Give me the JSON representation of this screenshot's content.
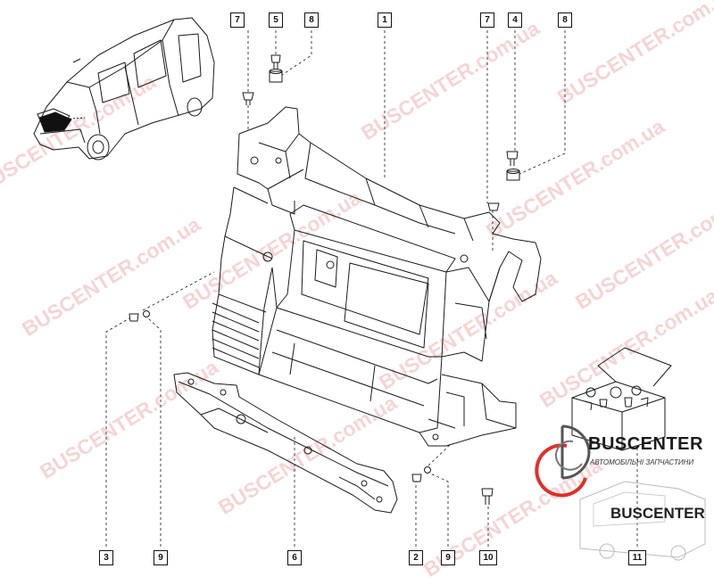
{
  "callouts": {
    "c1": "1",
    "c2": "2",
    "c3": "3",
    "c4": "4",
    "c5": "5",
    "c6": "6",
    "c7a": "7",
    "c7b": "7",
    "c8a": "8",
    "c8b": "8",
    "c9a": "9",
    "c9b": "9",
    "c10": "10",
    "c11": "11"
  },
  "watermark": {
    "text": "BUSCENTER.com.ua",
    "color": "#d73c3c"
  },
  "logo": {
    "name": "BUSCENTER",
    "tagline": "АВТОМОБІЛЬНІ ЗАПЧАСТИНИ",
    "overlay_text": "BUSCENTER",
    "accent": "#e0302a"
  }
}
